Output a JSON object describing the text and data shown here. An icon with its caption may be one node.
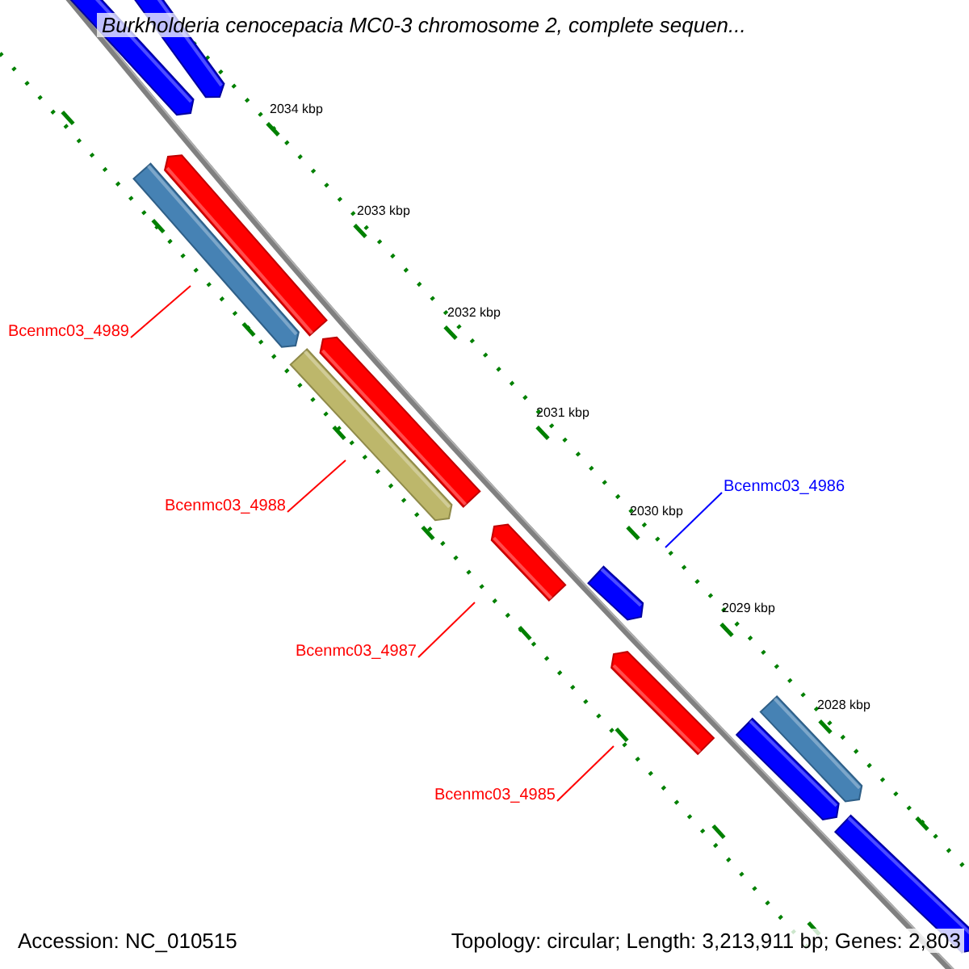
{
  "diagram": {
    "title": "Burkholderia cenocepacia MC0-3 chromosome 2, complete sequen...",
    "nodes": [
      {
        "text": [
          "Bcenmc03_4989"
        ]
      },
      {
        "text": [],
        "shape": "bar"
      },
      {
        "text": [
          "Bcenmc03_4986"
        ]
      },
      {
        "text": [],
        "shape": "bar"
      },
      {
        "text": [
          "Bcenmc03_4988"
        ]
      },
      {
        "text": [],
        "shape": "bar"
      },
      {
        "text": [
          "Bcenmc03_4987"
        ]
      },
      {
        "text": [],
        "shape": "bar"
      },
      {
        "text": [
          "Bcenmc03_4985"
        ]
      },
      {
        "text": [],
        "shape": "bar"
      }
    ],
    "edges": [
      {
        "from": 0,
        "to": 1,
        "arrow": "none"
      },
      {
        "from": 2,
        "to": 3,
        "arrow": "none",
        "color": "#0000ff"
      },
      {
        "from": 4,
        "to": 5,
        "arrow": "none"
      },
      {
        "from": 6,
        "to": 7,
        "arrow": "none"
      },
      {
        "from": 8,
        "to": 9,
        "arrow": "none"
      }
    ],
    "labels": [
      "2034 kbp",
      "2033 kbp",
      "2032 kbp",
      "2031 kbp",
      "2030 kbp",
      "2029 kbp",
      "2028 kbp",
      "Accession: NC_010515",
      "Topology: circular; Length: 3,213,911 bp; Genes: 2,803"
    ]
  }
}
